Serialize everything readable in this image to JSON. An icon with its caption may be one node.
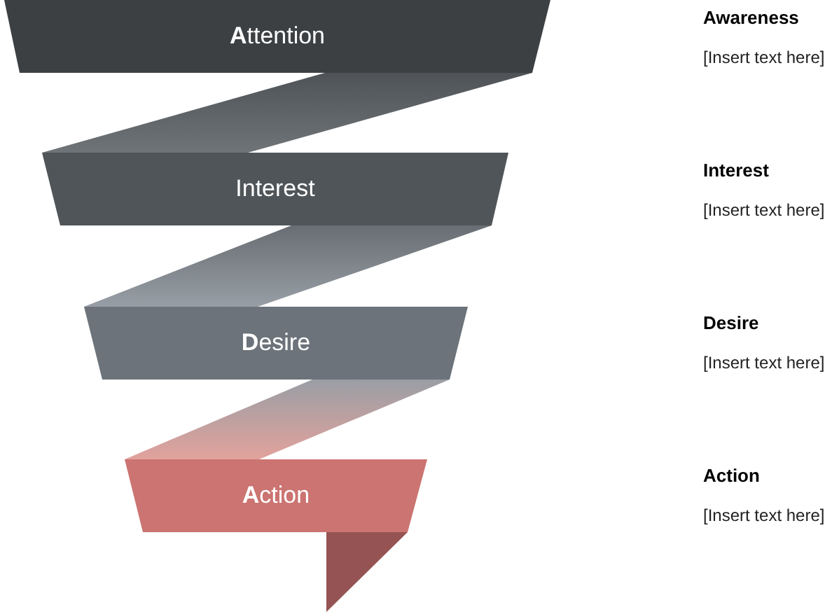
{
  "diagram": {
    "nodes": [
      {
        "text": [
          "**A**ttention"
        ]
      },
      {
        "text": [
          "Interest"
        ]
      },
      {
        "text": [
          "**D**esire"
        ]
      },
      {
        "text": [
          "**A**ction"
        ]
      }
    ],
    "labels": [
      "Awareness",
      "[Insert text here]",
      "Interest",
      "[Insert text here]",
      "Desire",
      "[Insert text here]",
      "Action",
      "[Insert text here]"
    ]
  }
}
